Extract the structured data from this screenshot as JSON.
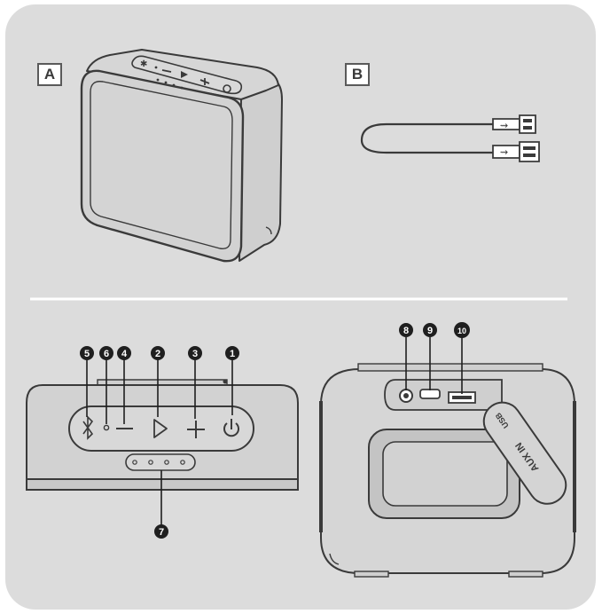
{
  "labels": {
    "box_a": "A",
    "box_b": "B"
  },
  "callouts": {
    "n1": "1",
    "n2": "2",
    "n3": "3",
    "n4": "4",
    "n5": "5",
    "n6": "6",
    "n7": "7",
    "n8": "8",
    "n9": "9",
    "n10": "10"
  },
  "speaker_back": {
    "tag_text": "AUX IN",
    "tag_usb": "USB"
  },
  "icons": {
    "bluetooth": "bluetooth-icon",
    "led": "status-led-icon",
    "minus": "volume-down-icon",
    "play": "play-pause-icon",
    "plus": "volume-up-icon",
    "power": "power-icon",
    "usb": "usb-icon"
  },
  "colors": {
    "panel": "#dcdcdc",
    "ink": "#3a3a3a",
    "device": "#d2d2d2",
    "callout": "#1f1f1f"
  }
}
